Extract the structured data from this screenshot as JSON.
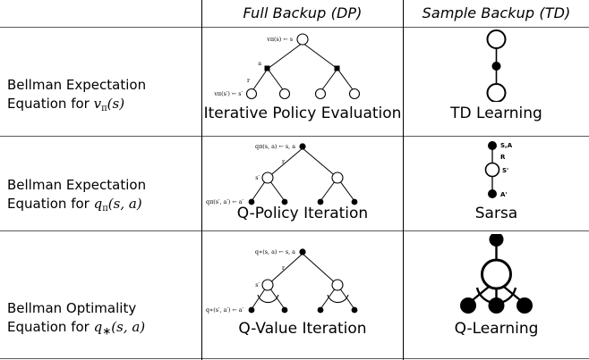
{
  "table": {
    "columns": [
      {
        "id": "row-label",
        "header": ""
      },
      {
        "id": "full-backup",
        "header": "Full Backup (DP)"
      },
      {
        "id": "sample-backup",
        "header": "Sample Backup (TD)"
      }
    ],
    "rows": [
      {
        "id": "bellman-expectation-v",
        "label_line1": "Bellman Expectation",
        "label_line2_prefix": "Equation for ",
        "label_line2_symbol": "v",
        "label_line2_sub": "π",
        "label_line2_suffix": "(s)",
        "dp": {
          "caption": "Iterative Policy Evaluation",
          "diagram": "backup-diagram-v-pi-full",
          "root_label": "vπ(s) ← s",
          "edge_label_action": "a",
          "edge_label_reward": "r",
          "leaf_label": "vπ(s′) ← s′",
          "root_node": "open-circle",
          "mid_nodes": "filled-square",
          "leaf_nodes": "open-circle",
          "leaf_count": 4
        },
        "td": {
          "caption": "TD Learning",
          "diagram": "backup-diagram-td-sample",
          "nodes": [
            "open-circle",
            "filled-dot",
            "open-circle"
          ],
          "labels": []
        }
      },
      {
        "id": "bellman-expectation-q",
        "label_line1": "Bellman Expectation",
        "label_line2_prefix": "Equation for ",
        "label_line2_symbol": "q",
        "label_line2_sub": "π",
        "label_line2_suffix": "(s, a)",
        "dp": {
          "caption": "Q-Policy Iteration",
          "diagram": "backup-diagram-q-pi-full",
          "root_label": "qπ(s, a) ← s, a",
          "edge_label_reward": "r",
          "mid_label": "s′",
          "leaf_label": "qπ(s′, a′) ← a′",
          "root_node": "filled-dot",
          "mid_nodes": "open-circle",
          "leaf_nodes": "filled-dot",
          "leaf_count": 4
        },
        "td": {
          "caption": "Sarsa",
          "diagram": "backup-diagram-sarsa-sample",
          "nodes": [
            "filled-dot",
            "open-circle",
            "filled-dot"
          ],
          "labels": [
            "S,A",
            "R",
            "S'",
            "A'"
          ]
        }
      },
      {
        "id": "bellman-optimality-q",
        "label_line1": "Bellman Optimality",
        "label_line2_prefix": "Equation for ",
        "label_line2_symbol": "q",
        "label_line2_sub": "∗",
        "label_line2_suffix": "(s, a)",
        "dp": {
          "caption": "Q-Value Iteration",
          "diagram": "backup-diagram-q-star-full",
          "root_label": "q∗(s, a) ← s, a",
          "edge_label_reward": "r",
          "mid_label": "s′",
          "leaf_label": "q∗(s′, a′) ← a′",
          "root_node": "filled-dot",
          "mid_nodes": "open-circle-with-max-arc",
          "leaf_nodes": "filled-dot",
          "leaf_count": 4
        },
        "td": {
          "caption": "Q-Learning",
          "diagram": "backup-diagram-q-learning-sample",
          "nodes": [
            "filled-dot",
            "open-circle-with-max-arc",
            "filled-dot",
            "filled-dot",
            "filled-dot"
          ],
          "labels": []
        }
      }
    ]
  },
  "colors": {
    "rule": "#585858",
    "vrule": "#000000",
    "node_fill": "#000000",
    "node_stroke": "#000000",
    "background": "#ffffff"
  }
}
